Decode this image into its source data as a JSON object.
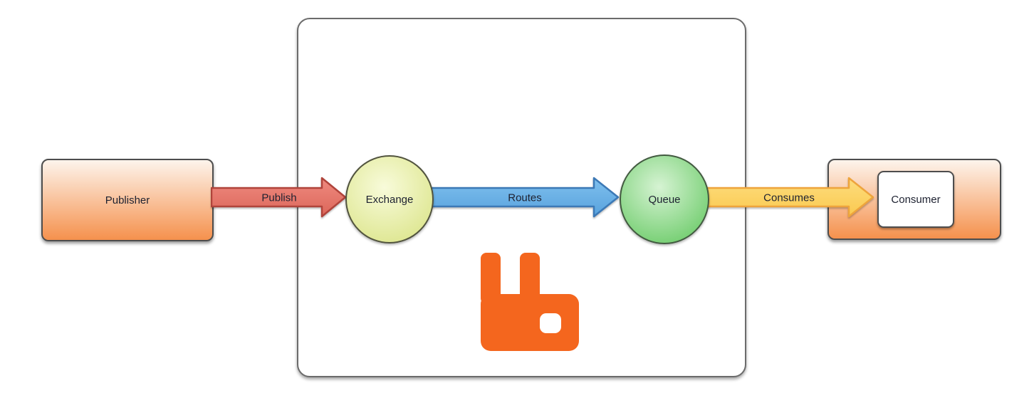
{
  "text_color": "#1d2130",
  "nodes": {
    "publisher": {
      "label": "Publisher",
      "fill_top": "#fdf4ec",
      "fill_bottom": "#f5914d",
      "border": "#4d4d4d"
    },
    "exchange": {
      "label": "Exchange",
      "fill_center": "#f8fbda",
      "fill_edge": "#dbe489",
      "border": "#51533e"
    },
    "queue": {
      "label": "Queue",
      "fill_center": "#d6f3d3",
      "fill_edge": "#69ca66",
      "border": "#425a40"
    },
    "consumer": {
      "label": "Consumer",
      "fill_top": "#fdf4ec",
      "fill_bottom": "#f5914d",
      "border": "#4d4d4d",
      "inner_fill": "#ffffff"
    }
  },
  "arrows": {
    "publish": {
      "label": "Publish",
      "fill_light": "#ef8a7f",
      "fill_dark": "#dc665a",
      "stroke": "#b0443b"
    },
    "routes": {
      "label": "Routes",
      "fill_light": "#7fc0ee",
      "fill_dark": "#58a2dd",
      "stroke": "#3c79b6"
    },
    "consumes": {
      "label": "Consumes",
      "fill_light": "#fddd7e",
      "fill_dark": "#fac94f",
      "stroke": "#eea43c"
    }
  },
  "broker": {
    "container_border": "#6b6b6b",
    "logo_icon": "rabbitmq-logo",
    "logo_color": "#f4661e"
  }
}
